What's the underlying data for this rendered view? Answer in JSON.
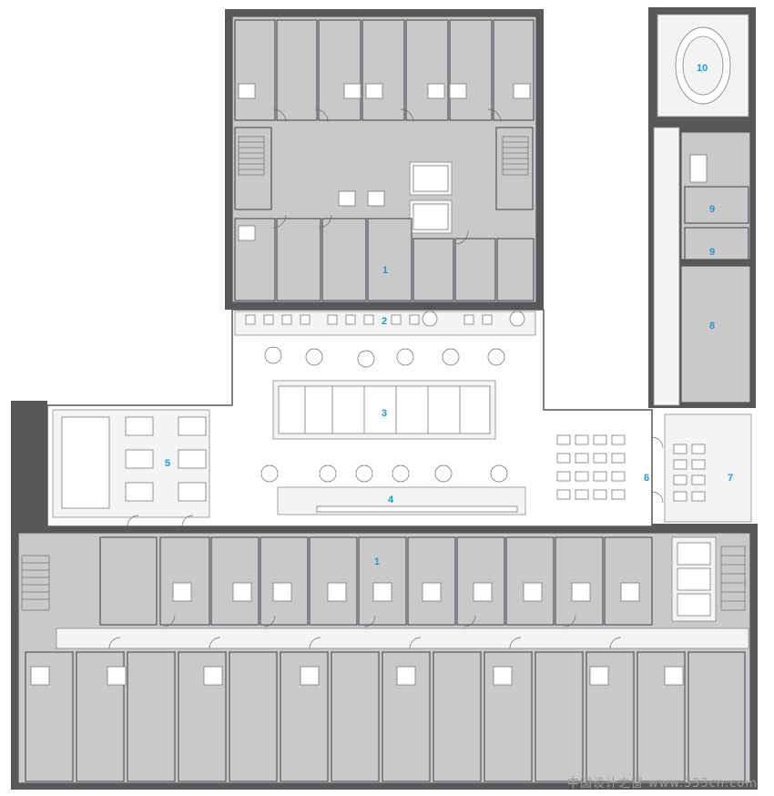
{
  "plan_labels": {
    "l1_north": "1",
    "l2": "2",
    "l3": "3",
    "l4": "4",
    "l5": "5",
    "l6": "6",
    "l7": "7",
    "l8": "8",
    "l9a": "9",
    "l9b": "9",
    "l10": "10",
    "l1_south": "1"
  },
  "watermark": "中国设计之窗 www.333cn.com",
  "colors": {
    "label_blue": "#1a9ad6",
    "wall": "#58585b",
    "room_fill": "#c9c9cb"
  }
}
